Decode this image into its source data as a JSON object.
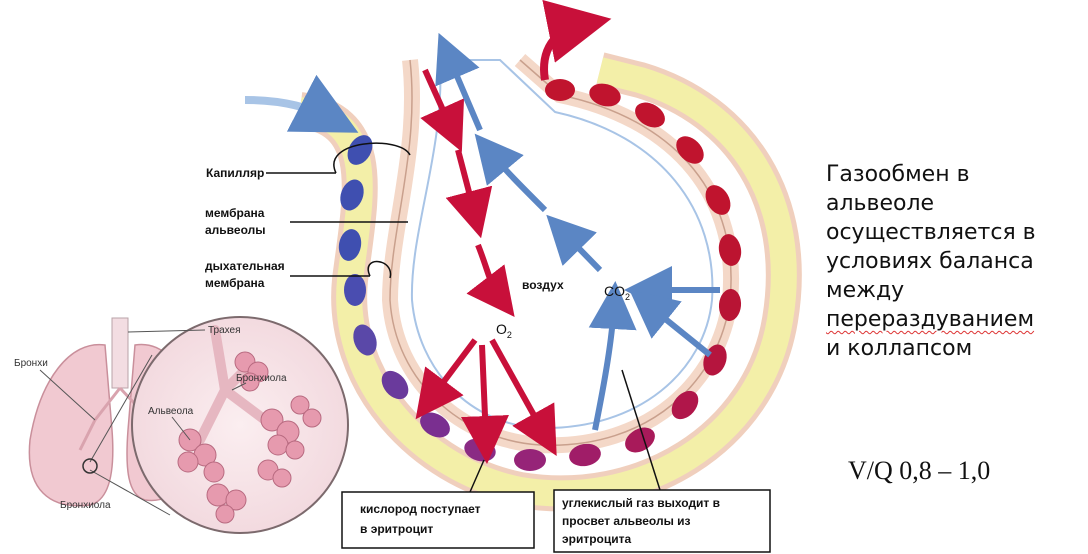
{
  "labels": {
    "capillary": "Капилляр",
    "alveolar_membrane_1": "мембрана",
    "alveolar_membrane_2": "альвеолы",
    "respiratory_membrane_1": "дыхательная",
    "respiratory_membrane_2": "мембрана",
    "air": "воздух",
    "o2_main": "O",
    "o2_sub": "2",
    "co2_main": "CO",
    "co2_sub": "2"
  },
  "callouts": {
    "oxygen_line1": "кислород поступает",
    "oxygen_line2": "в эритроцит",
    "co2_line1": "углекислый газ выходит в",
    "co2_line2": "просвет альвеолы из",
    "co2_line3": "эритроцита"
  },
  "inset": {
    "trachea": "Трахея",
    "bronchi": "Бронхи",
    "bronchiole_top": "Бронхиола",
    "alveola": "Альвеола",
    "bronchiole_bottom": "Бронхиола"
  },
  "side_text": {
    "line1": "Газообмен в",
    "line2": "альвеоле",
    "line3": "осуществляется в",
    "line4": "условиях баланса",
    "line5": "между",
    "line6": "перераздуванием",
    "line7": "и коллапсом"
  },
  "ratio": "V/Q 0,8 – 1,0",
  "colors": {
    "oxygen_arrow": "#c8103a",
    "co2_arrow": "#5b86c4",
    "capillary_fill": "#f3efa8",
    "membrane": "#f4d8c8",
    "rbc_venous": "#3f4fb0",
    "rbc_arterial": "#c0142e"
  }
}
